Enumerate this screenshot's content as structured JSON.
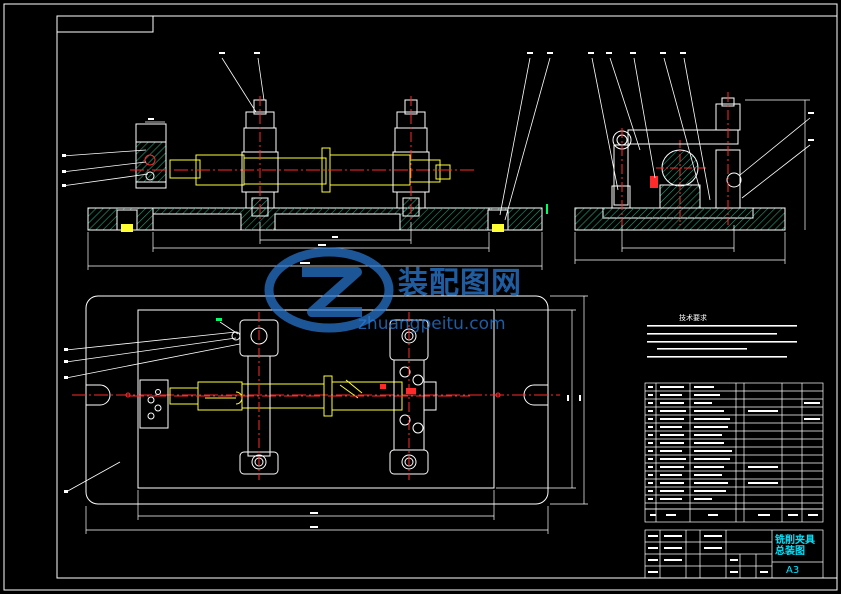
{
  "watermark": {
    "brand": "装配图网",
    "url": "zhuangpeitu.com"
  },
  "title_block": {
    "drawing_name_line1": "铣削夹具",
    "drawing_name_line2": "总装图",
    "sheet_size": "A3"
  },
  "notes": {
    "heading": "技术要求"
  },
  "colors": {
    "background": "#000000",
    "outline": "#ffffff",
    "hatch": "#1fa37a",
    "centerline": "#ff2a2a",
    "dimension": "#00ff66",
    "shaft": "#ffff33",
    "accent": "#00e5ff",
    "watermark": "#2a7bd6"
  }
}
